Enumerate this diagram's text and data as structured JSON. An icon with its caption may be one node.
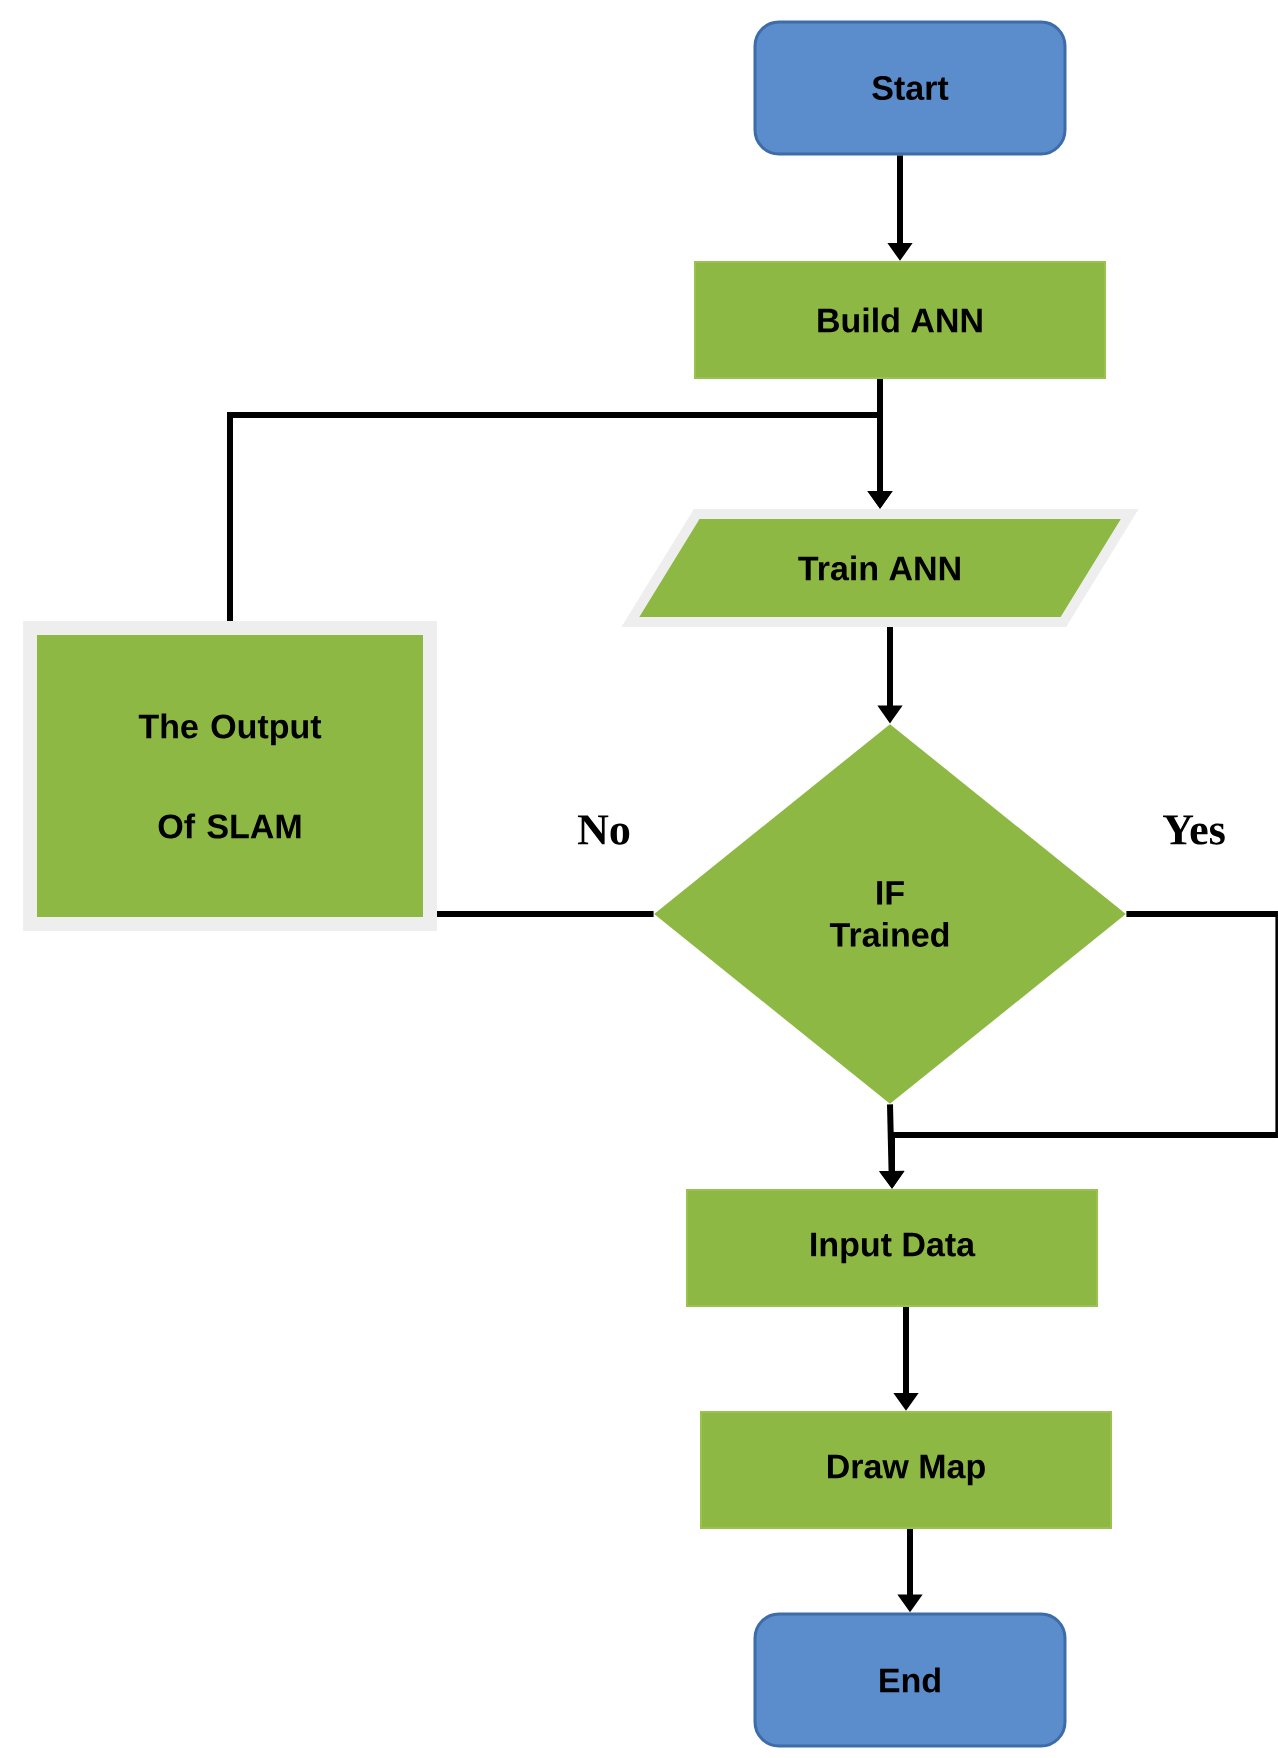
{
  "diagram": {
    "nodes": [
      {
        "text": [
          "Start"
        ]
      },
      {
        "text": [
          "Build ANN"
        ]
      },
      {
        "text": [
          "Train ANN"
        ]
      },
      {
        "text": [
          "The Output Of SLAM"
        ]
      },
      {
        "text": [
          "IF Trained"
        ]
      },
      {
        "text": [
          "Input Data"
        ]
      },
      {
        "text": [
          "Draw Map"
        ]
      },
      {
        "text": [
          "End"
        ]
      }
    ],
    "edges": [
      {
        "from": 0,
        "to": 1,
        "arrow": "to"
      },
      {
        "from": 1,
        "to": 2,
        "arrow": "to"
      },
      {
        "from": 3,
        "to": 2,
        "arrow": "to"
      },
      {
        "from": 2,
        "to": 4,
        "arrow": "to"
      },
      {
        "from": 4,
        "to": 3,
        "arrow": "none",
        "label": "No"
      },
      {
        "from": 4,
        "to": 5,
        "arrow": "to",
        "label": "Yes"
      },
      {
        "from": 4,
        "to": 5,
        "arrow": "to"
      },
      {
        "from": 5,
        "to": 6,
        "arrow": "to"
      },
      {
        "from": 6,
        "to": 7,
        "arrow": "to"
      }
    ]
  }
}
